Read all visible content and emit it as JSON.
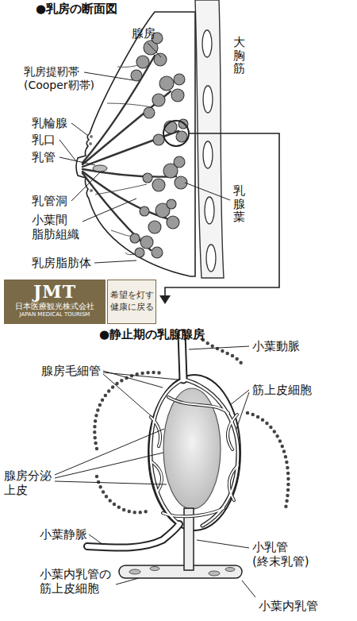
{
  "diagram": {
    "title": "●乳房の断面図",
    "nodes": [
      {
        "text": [
          "JMT",
          "日本医療観光株式会社",
          "JAPAN MEDICAL TOURISM"
        ]
      },
      {
        "text": [
          "希望を灯す 健康に戻る"
        ]
      }
    ],
    "labels": [
      "腺房",
      "大胸筋",
      "乳房提靭帯 (Cooper靭帯)",
      "乳輪腺",
      "乳口",
      "乳管",
      "乳管洞",
      "乳腺葉",
      "小葉間 脂肪組織",
      "乳房脂肪体",
      "●静止期の乳腺腺房",
      "小葉動脈",
      "腺房毛細管",
      "筋上皮細胞",
      "腺房分泌 上皮",
      "小葉静脈",
      "小乳管 (終末乳管)",
      "小葉内乳管の 筋上皮細胞",
      "小葉内乳管"
    ]
  }
}
